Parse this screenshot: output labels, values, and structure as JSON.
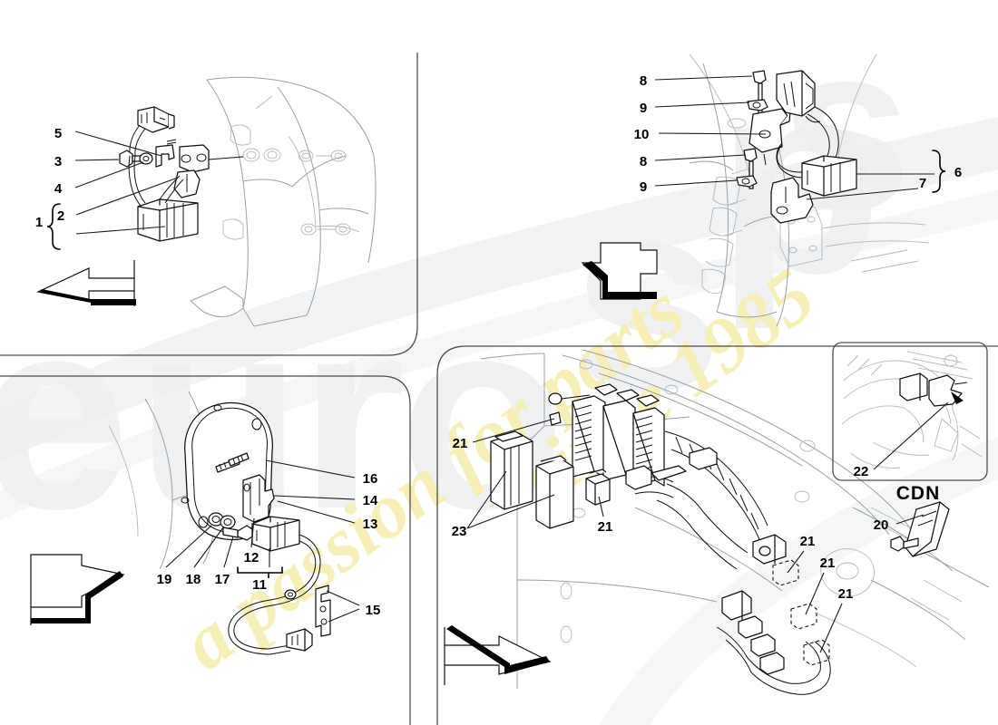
{
  "document": {
    "type": "exploded-parts-diagram",
    "background_color": "#ffffff",
    "line_color": "#111111",
    "panel_border_color": "#4d4d4d"
  },
  "watermark": {
    "brand_text": "eurosports",
    "brand_color": "#edeff1",
    "tagline": "a passion for parts since 1985",
    "tagline_color": "#f6efb8"
  },
  "panels": [
    {
      "id": "panel-top-left",
      "name": "top-left-view",
      "callouts": [
        {
          "number": "5"
        },
        {
          "number": "3"
        },
        {
          "number": "4"
        },
        {
          "number": "2"
        },
        {
          "number": "1"
        }
      ],
      "bracket_groups": [
        {
          "label": "1",
          "members": [
            "2",
            "unlabeled"
          ]
        }
      ],
      "direction_arrow": {
        "direction": "down-left"
      }
    },
    {
      "id": "panel-top-right",
      "name": "top-right-view",
      "callouts": [
        {
          "number": "8"
        },
        {
          "number": "9"
        },
        {
          "number": "10"
        },
        {
          "number": "8"
        },
        {
          "number": "9"
        },
        {
          "number": "6"
        },
        {
          "number": "7"
        }
      ],
      "bracket_groups": [
        {
          "label": "6",
          "members": [
            "7",
            "unlabeled"
          ]
        }
      ],
      "direction_arrow": {
        "direction": "left"
      }
    },
    {
      "id": "panel-bottom-left",
      "name": "bottom-left-view",
      "callouts": [
        {
          "number": "16"
        },
        {
          "number": "14"
        },
        {
          "number": "13"
        },
        {
          "number": "12"
        },
        {
          "number": "11"
        },
        {
          "number": "17"
        },
        {
          "number": "18"
        },
        {
          "number": "19"
        },
        {
          "number": "15"
        }
      ],
      "bracket_groups": [
        {
          "label": "11",
          "members": [
            "12",
            "unlabeled"
          ]
        }
      ],
      "direction_arrow": {
        "direction": "up-left"
      }
    },
    {
      "id": "panel-bottom-right",
      "name": "bottom-right-view",
      "callouts": [
        {
          "number": "21"
        },
        {
          "number": "23"
        },
        {
          "number": "21"
        },
        {
          "number": "21"
        },
        {
          "number": "21"
        },
        {
          "number": "21"
        },
        {
          "number": "20"
        }
      ],
      "inset": {
        "id": "inset-cdn",
        "title": "CDN",
        "callouts": [
          {
            "number": "22"
          }
        ]
      },
      "direction_arrow": {
        "direction": "down-right"
      }
    }
  ],
  "labels": {
    "n1": "1",
    "n2": "2",
    "n3": "3",
    "n4": "4",
    "n5": "5",
    "n6": "6",
    "n7": "7",
    "n8": "8",
    "n8b": "8",
    "n9": "9",
    "n9b": "9",
    "n10": "10",
    "n11": "11",
    "n12": "12",
    "n13": "13",
    "n14": "14",
    "n15": "15",
    "n16": "16",
    "n17": "17",
    "n18": "18",
    "n19": "19",
    "n20": "20",
    "n21a": "21",
    "n21b": "21",
    "n21c": "21",
    "n21d": "21",
    "n21e": "21",
    "n22": "22",
    "n23": "23",
    "cdn": "CDN"
  }
}
